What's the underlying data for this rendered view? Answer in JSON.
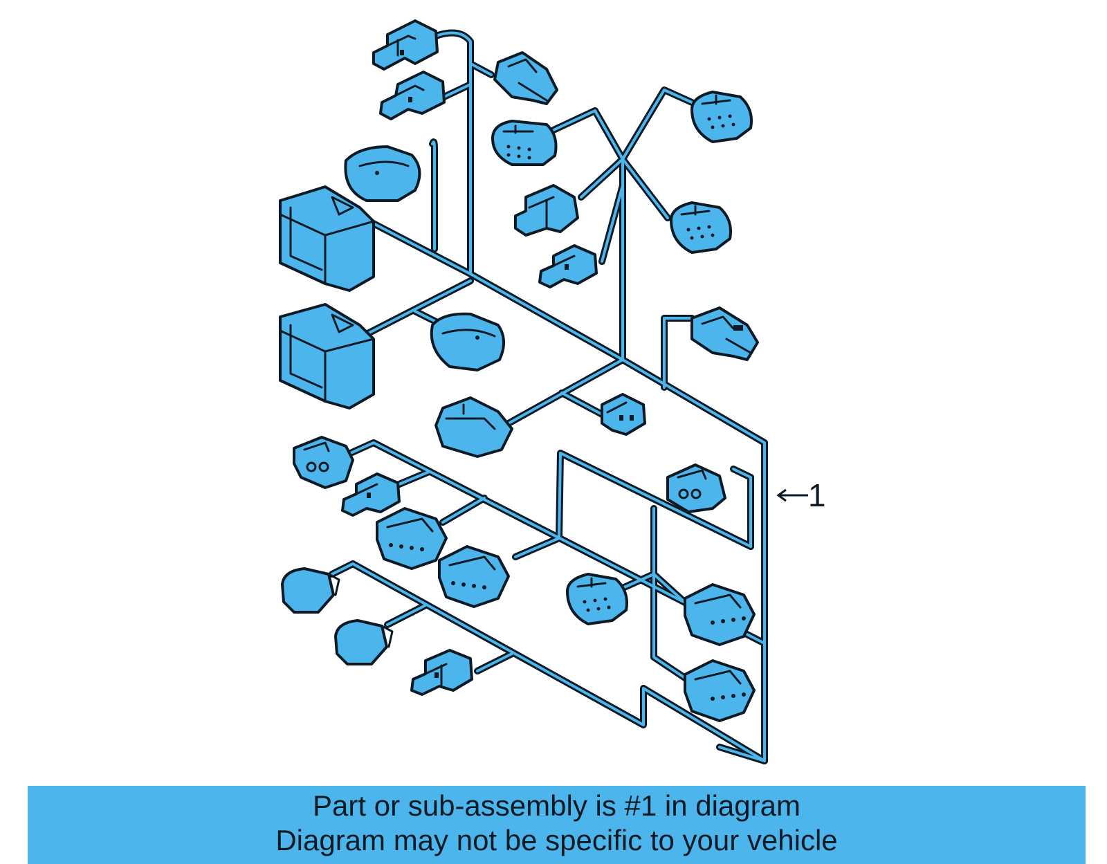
{
  "callout": {
    "label": "1"
  },
  "caption": {
    "line1": "Part or sub-assembly is #1 in diagram",
    "line2": "Diagram may not be specific to your vehicle"
  },
  "colors": {
    "connector_fill": "#4cb6ec",
    "outline": "#0b1a24",
    "caption_bg": "#4cb6ec"
  }
}
